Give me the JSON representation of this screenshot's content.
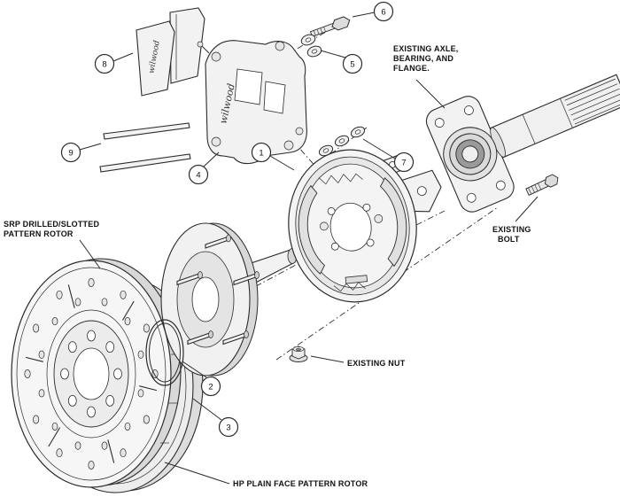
{
  "diagram": {
    "brand": "wilwood",
    "callouts": [
      "1",
      "2",
      "3",
      "4",
      "5",
      "6",
      "7",
      "8",
      "9"
    ],
    "labels": {
      "axle_line1": "EXISTING AXLE,",
      "axle_line2": "BEARING, AND",
      "axle_line3": "FLANGE.",
      "existing_bolt_line1": "EXISTING",
      "existing_bolt_line2": "BOLT",
      "existing_nut": "EXISTING NUT",
      "srp_rotor_line1": "SRP DRILLED/SLOTTED",
      "srp_rotor_line2": "PATTERN ROTOR",
      "hp_rotor": "HP PLAIN FACE PATTERN ROTOR"
    },
    "colors": {
      "line": "#2b2b2b",
      "fill_light": "#f2f2f2",
      "fill_mid": "#e3e3e3",
      "fill_dark": "#cfcfcf",
      "background": "#ffffff"
    }
  }
}
